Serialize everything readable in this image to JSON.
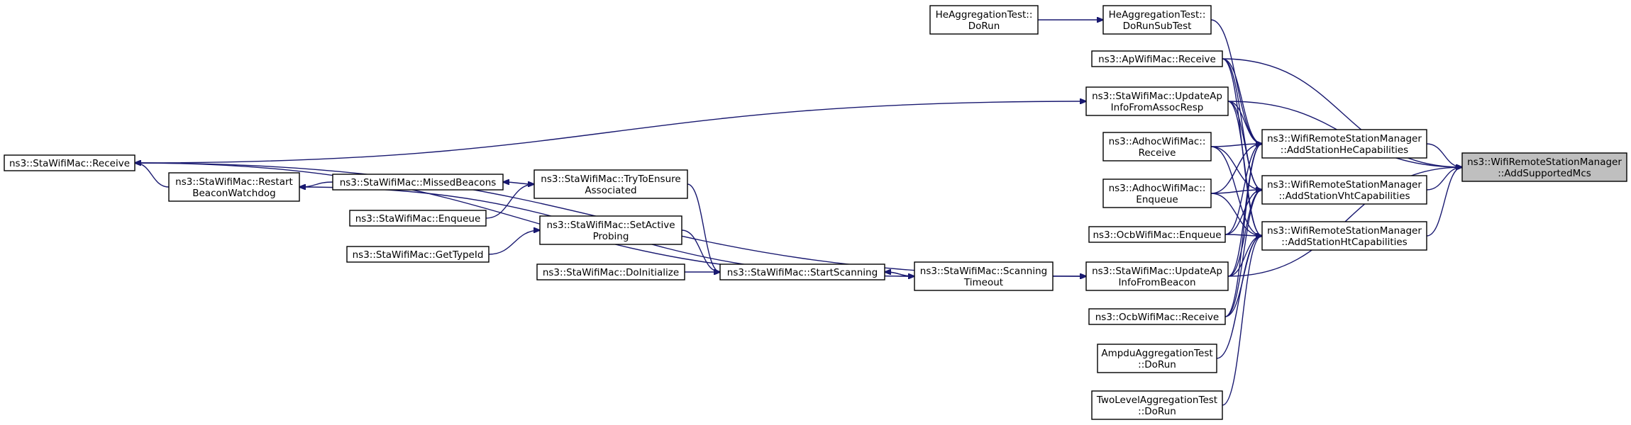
{
  "nodes": [
    {
      "id": "add-supported-mcs",
      "lines": [
        "ns3::WifiRemoteStationManager",
        "::AddSupportedMcs"
      ],
      "focus": true
    },
    {
      "id": "add-station-he",
      "lines": [
        "ns3::WifiRemoteStationManager",
        "::AddStationHeCapabilities"
      ]
    },
    {
      "id": "add-station-vht",
      "lines": [
        "ns3::WifiRemoteStationManager",
        "::AddStationVhtCapabilities"
      ]
    },
    {
      "id": "add-station-ht",
      "lines": [
        "ns3::WifiRemoteStationManager",
        "::AddStationHtCapabilities"
      ]
    },
    {
      "id": "he-agg-dorunsubtest",
      "lines": [
        "HeAggregationTest::",
        "DoRunSubTest"
      ]
    },
    {
      "id": "he-agg-dorun",
      "lines": [
        "HeAggregationTest::",
        "DoRun"
      ]
    },
    {
      "id": "ap-receive",
      "lines": [
        "ns3::ApWifiMac::Receive"
      ]
    },
    {
      "id": "sta-update-assoc",
      "lines": [
        "ns3::StaWifiMac::UpdateAp",
        "InfoFromAssocResp"
      ]
    },
    {
      "id": "adhoc-receive",
      "lines": [
        "ns3::AdhocWifiMac::",
        "Receive"
      ]
    },
    {
      "id": "adhoc-enqueue",
      "lines": [
        "ns3::AdhocWifiMac::",
        "Enqueue"
      ]
    },
    {
      "id": "ocb-enqueue",
      "lines": [
        "ns3::OcbWifiMac::Enqueue"
      ]
    },
    {
      "id": "sta-update-beacon",
      "lines": [
        "ns3::StaWifiMac::UpdateAp",
        "InfoFromBeacon"
      ]
    },
    {
      "id": "ocb-receive",
      "lines": [
        "ns3::OcbWifiMac::Receive"
      ]
    },
    {
      "id": "ampdu-dorun",
      "lines": [
        "AmpduAggregationTest",
        "::DoRun"
      ]
    },
    {
      "id": "twolevel-dorun",
      "lines": [
        "TwoLevelAggregationTest",
        "::DoRun"
      ]
    },
    {
      "id": "sta-receive",
      "lines": [
        "ns3::StaWifiMac::Receive"
      ]
    },
    {
      "id": "sta-restart-watchdog",
      "lines": [
        "ns3::StaWifiMac::Restart",
        "BeaconWatchdog"
      ]
    },
    {
      "id": "sta-missed-beacons",
      "lines": [
        "ns3::StaWifiMac::MissedBeacons"
      ]
    },
    {
      "id": "sta-try-ensure",
      "lines": [
        "ns3::StaWifiMac::TryToEnsure",
        "Associated"
      ]
    },
    {
      "id": "sta-enqueue",
      "lines": [
        "ns3::StaWifiMac::Enqueue"
      ]
    },
    {
      "id": "sta-set-active",
      "lines": [
        "ns3::StaWifiMac::SetActive",
        "Probing"
      ]
    },
    {
      "id": "sta-gettypeid",
      "lines": [
        "ns3::StaWifiMac::GetTypeId"
      ]
    },
    {
      "id": "sta-doinitialize",
      "lines": [
        "ns3::StaWifiMac::DoInitialize"
      ]
    },
    {
      "id": "sta-start-scanning",
      "lines": [
        "ns3::StaWifiMac::StartScanning"
      ]
    },
    {
      "id": "sta-scanning-timeout",
      "lines": [
        "ns3::StaWifiMac::Scanning",
        "Timeout"
      ]
    }
  ],
  "edges": [
    [
      "add-station-he",
      "add-supported-mcs"
    ],
    [
      "add-station-vht",
      "add-supported-mcs"
    ],
    [
      "add-station-ht",
      "add-supported-mcs"
    ],
    [
      "ap-receive",
      "add-supported-mcs"
    ],
    [
      "sta-update-assoc",
      "add-supported-mcs"
    ],
    [
      "sta-update-beacon",
      "add-supported-mcs"
    ],
    [
      "he-agg-dorun",
      "he-agg-dorunsubtest"
    ],
    [
      "he-agg-dorunsubtest",
      "add-station-he"
    ],
    [
      "ap-receive",
      "add-station-he"
    ],
    [
      "ap-receive",
      "add-station-vht"
    ],
    [
      "ap-receive",
      "add-station-ht"
    ],
    [
      "sta-update-assoc",
      "add-station-he"
    ],
    [
      "sta-update-assoc",
      "add-station-vht"
    ],
    [
      "sta-update-assoc",
      "add-station-ht"
    ],
    [
      "adhoc-receive",
      "add-station-he"
    ],
    [
      "adhoc-receive",
      "add-station-vht"
    ],
    [
      "adhoc-receive",
      "add-station-ht"
    ],
    [
      "adhoc-enqueue",
      "add-station-he"
    ],
    [
      "adhoc-enqueue",
      "add-station-vht"
    ],
    [
      "adhoc-enqueue",
      "add-station-ht"
    ],
    [
      "ocb-enqueue",
      "add-station-he"
    ],
    [
      "ocb-enqueue",
      "add-station-vht"
    ],
    [
      "ocb-enqueue",
      "add-station-ht"
    ],
    [
      "sta-update-beacon",
      "add-station-he"
    ],
    [
      "sta-update-beacon",
      "add-station-vht"
    ],
    [
      "sta-update-beacon",
      "add-station-ht"
    ],
    [
      "ocb-receive",
      "add-station-he"
    ],
    [
      "ocb-receive",
      "add-station-vht"
    ],
    [
      "ocb-receive",
      "add-station-ht"
    ],
    [
      "ampdu-dorun",
      "add-station-ht"
    ],
    [
      "twolevel-dorun",
      "add-station-ht"
    ],
    [
      "sta-receive",
      "sta-update-assoc"
    ],
    [
      "sta-receive",
      "sta-update-beacon"
    ],
    [
      "sta-restart-watchdog",
      "sta-receive"
    ],
    [
      "sta-missed-beacons",
      "sta-restart-watchdog"
    ],
    [
      "sta-try-ensure",
      "sta-missed-beacons"
    ],
    [
      "sta-enqueue",
      "sta-try-ensure"
    ],
    [
      "sta-try-ensure",
      "sta-start-scanning"
    ],
    [
      "sta-gettypeid",
      "sta-set-active"
    ],
    [
      "sta-set-active",
      "sta-start-scanning"
    ],
    [
      "sta-doinitialize",
      "sta-start-scanning"
    ],
    [
      "sta-scanning-timeout",
      "sta-start-scanning"
    ],
    [
      "sta-start-scanning",
      "sta-scanning-timeout"
    ],
    [
      "sta-scanning-timeout",
      "sta-restart-watchdog"
    ],
    [
      "sta-scanning-timeout",
      "sta-receive"
    ],
    [
      "sta-scanning-timeout",
      "sta-update-beacon"
    ]
  ],
  "colors": {
    "edge": "#191970",
    "focus_fill": "#bfbfbf"
  }
}
